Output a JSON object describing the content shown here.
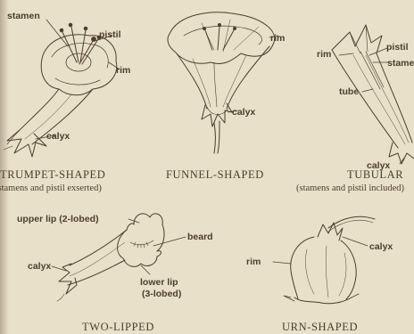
{
  "figures": {
    "trumpet": {
      "caption": "TRUMPET-SHAPED",
      "note": "(stamens and pistil exserted)",
      "labels": {
        "stamen": "stamen",
        "pistil": "pistil",
        "rim": "rim",
        "calyx": "calyx"
      }
    },
    "funnel": {
      "caption": "FUNNEL-SHAPED",
      "labels": {
        "rim": "rim",
        "calyx": "calyx"
      }
    },
    "tubular": {
      "caption": "TUBULAR",
      "note": "(stamens and pistil included)",
      "labels": {
        "rim": "rim",
        "pistil": "pistil",
        "stamen": "stamen",
        "tube": "tube",
        "calyx": "calyx"
      }
    },
    "two_lipped": {
      "caption": "TWO-LIPPED",
      "labels": {
        "upper_lip": "upper lip (2-lobed)",
        "beard": "beard",
        "calyx": "calyx",
        "lower_lip": "lower lip",
        "lower_lip_lobes": "(3-lobed)"
      }
    },
    "urn": {
      "caption": "URN-SHAPED",
      "labels": {
        "rim": "rim",
        "calyx": "calyx"
      }
    }
  },
  "colors": {
    "paper": "#e9e0c9",
    "ink": "#4a3e2c"
  }
}
